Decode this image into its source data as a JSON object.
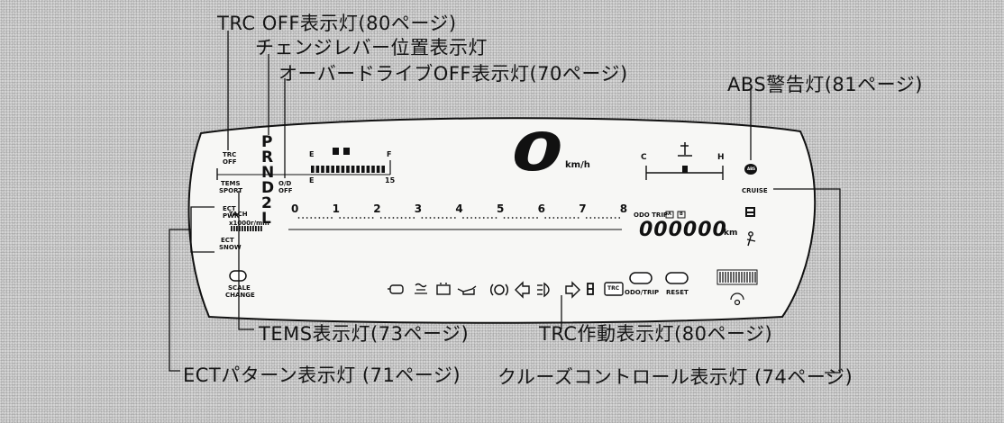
{
  "callouts": {
    "trc_off": "TRC OFF表示灯(80ページ)",
    "change_lever": "チェンジレバー位置表示灯",
    "overdrive_off": "オーバードライブOFF表示灯(70ページ)",
    "abs_warning": "ABS警告灯(81ページ)",
    "tems": "TEMS表示灯(73ページ)",
    "trc_active": "TRC作動表示灯(80ページ)",
    "ect_pattern": "ECTパターン表示灯 (71ページ)",
    "cruise": "クルーズコントロール表示灯 (74ページ)"
  },
  "panel": {
    "trc_off": [
      "TRC",
      "OFF"
    ],
    "tems_sport": [
      "TEMS",
      "SPORT"
    ],
    "ect_pwr": [
      "ECT",
      "PWR"
    ],
    "ect_snow": [
      "ECT",
      "SNOW"
    ],
    "od_off": [
      "O/D",
      "OFF"
    ],
    "gears": [
      "P",
      "R",
      "N",
      "D",
      "2",
      "L"
    ],
    "fuel": {
      "e_top": "E",
      "f_top": "F",
      "e_bottom": "E",
      "fifteen": "15"
    },
    "speed": {
      "digit": "0",
      "unit": "km/h"
    },
    "temp": {
      "c": "C",
      "h": "H"
    },
    "tach": {
      "label": "TACH",
      "unit": "x1000r/min",
      "numbers": [
        "0",
        "1",
        "2",
        "3",
        "4",
        "5",
        "6",
        "7",
        "8"
      ]
    },
    "odo": {
      "label": "ODO TRIP",
      "box_a": "A",
      "box_b": "B",
      "value": "000000",
      "unit": "km"
    },
    "abs": "ABS",
    "cruise": "CRUISE",
    "trc_box": "TRC",
    "scale_change": [
      "SCALE",
      "CHANGE"
    ],
    "odo_trip_btn": "ODO/TRIP",
    "reset_btn": "RESET"
  },
  "colors": {
    "ink": "#111111",
    "panel": "#f7f7f5",
    "paper": "#d6d6d6"
  },
  "icons": [
    "engine-check-icon",
    "glow-plug-icon",
    "battery-icon",
    "oil-pressure-icon",
    "brake-icon",
    "left-turn-icon",
    "high-beam-icon",
    "right-turn-icon",
    "seatbelt-icon"
  ]
}
